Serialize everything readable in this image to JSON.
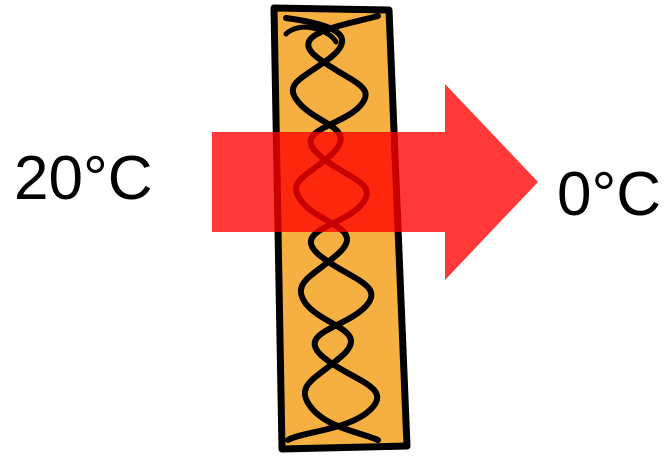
{
  "labels": {
    "inside_temperature": "20°C",
    "outside_temperature": "0°C"
  },
  "icons": {
    "insulation": "insulation-batt-icon",
    "heat_flow": "arrow-right-icon"
  },
  "colors": {
    "insulation_fill": "#F5B041",
    "insulation_outline": "#000000",
    "arrow_fill": "#FF0000",
    "arrow_opacity": "0.78",
    "text": "#000000"
  }
}
